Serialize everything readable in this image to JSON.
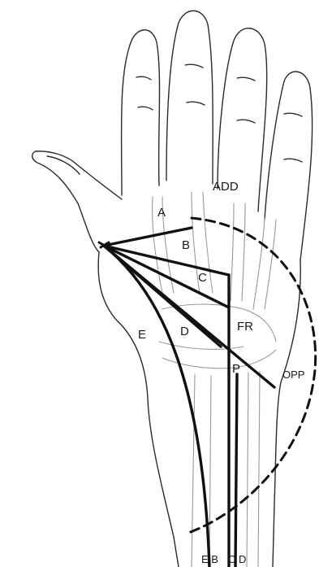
{
  "figure": {
    "labels": {
      "add": "ADD",
      "a": "A",
      "b": "B",
      "c": "C",
      "d": "D",
      "e": "E",
      "fr": "FR",
      "p": "P",
      "opp": "OPP",
      "eb": "E B",
      "cd": "C D"
    },
    "colors": {
      "outline": "#2a2a2a",
      "bone": "#9a9a9a",
      "force_lines": "#111111"
    }
  }
}
